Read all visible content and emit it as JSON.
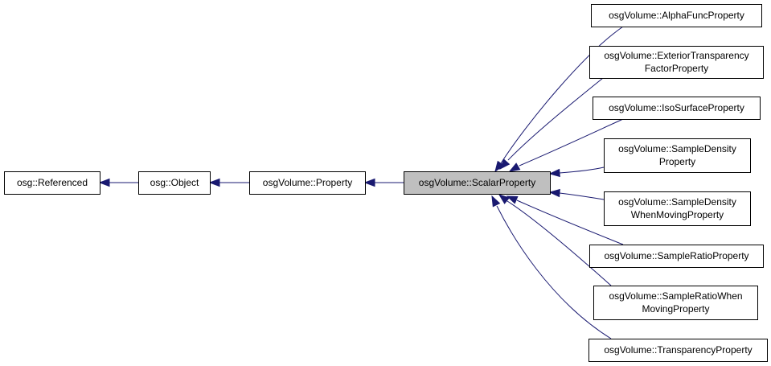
{
  "diagram": {
    "type": "inheritance-graph",
    "colors": {
      "edge": "#191970",
      "node_border": "#000000",
      "current_fill": "#bfbfbf",
      "node_fill": "#ffffff"
    },
    "nodes": [
      {
        "id": "referenced",
        "lines": [
          "osg::Referenced"
        ]
      },
      {
        "id": "object",
        "lines": [
          "osg::Object"
        ]
      },
      {
        "id": "property",
        "lines": [
          "osgVolume::Property"
        ]
      },
      {
        "id": "scalar",
        "lines": [
          "osgVolume::ScalarProperty"
        ],
        "current": true
      },
      {
        "id": "alphafunc",
        "lines": [
          "osgVolume::AlphaFuncProperty"
        ]
      },
      {
        "id": "exterior",
        "lines": [
          "osgVolume::ExteriorTransparency",
          "FactorProperty"
        ]
      },
      {
        "id": "isosurface",
        "lines": [
          "osgVolume::IsoSurfaceProperty"
        ]
      },
      {
        "id": "sampledensity",
        "lines": [
          "osgVolume::SampleDensity",
          "Property"
        ]
      },
      {
        "id": "sampledensitymoving",
        "lines": [
          "osgVolume::SampleDensity",
          "WhenMovingProperty"
        ]
      },
      {
        "id": "sampleratio",
        "lines": [
          "osgVolume::SampleRatioProperty"
        ]
      },
      {
        "id": "sampleratiomoving",
        "lines": [
          "osgVolume::SampleRatioWhen",
          "MovingProperty"
        ]
      },
      {
        "id": "transparency",
        "lines": [
          "osgVolume::TransparencyProperty"
        ]
      }
    ],
    "edges": [
      {
        "from": "object",
        "to": "referenced"
      },
      {
        "from": "property",
        "to": "object"
      },
      {
        "from": "scalar",
        "to": "property"
      },
      {
        "from": "alphafunc",
        "to": "scalar"
      },
      {
        "from": "exterior",
        "to": "scalar"
      },
      {
        "from": "isosurface",
        "to": "scalar"
      },
      {
        "from": "sampledensity",
        "to": "scalar"
      },
      {
        "from": "sampledensitymoving",
        "to": "scalar"
      },
      {
        "from": "sampleratio",
        "to": "scalar"
      },
      {
        "from": "sampleratiomoving",
        "to": "scalar"
      },
      {
        "from": "transparency",
        "to": "scalar"
      }
    ]
  }
}
